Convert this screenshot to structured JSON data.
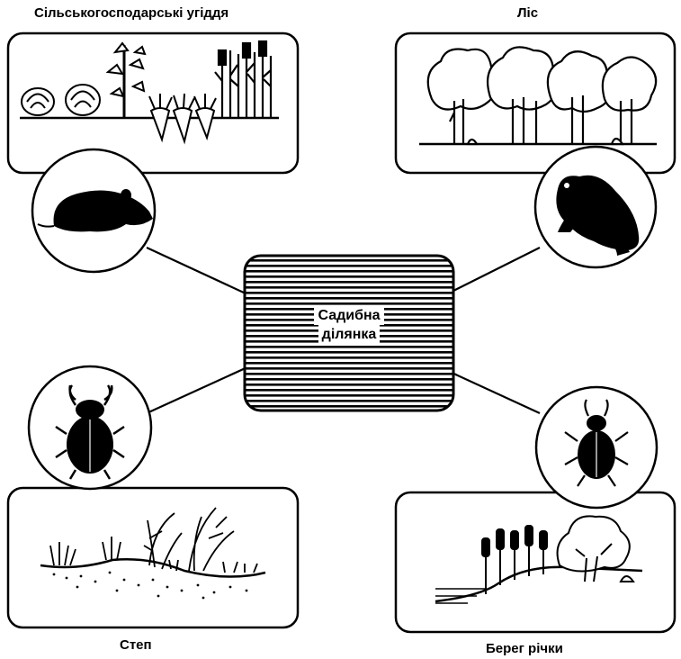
{
  "labels": {
    "farmland": "Сільськогосподарські угіддя",
    "forest": "Ліс",
    "steppe": "Степ",
    "river_bank": "Берег річки"
  },
  "center": {
    "line1": "Садибна",
    "line2": "ділянка"
  },
  "animals": {
    "top_left": "mouse-icon",
    "top_right": "toad-icon",
    "bottom_left": "beetle-icon",
    "bottom_right": "ground-beetle-icon"
  },
  "colors": {
    "ink": "#000000",
    "paper": "#ffffff"
  }
}
